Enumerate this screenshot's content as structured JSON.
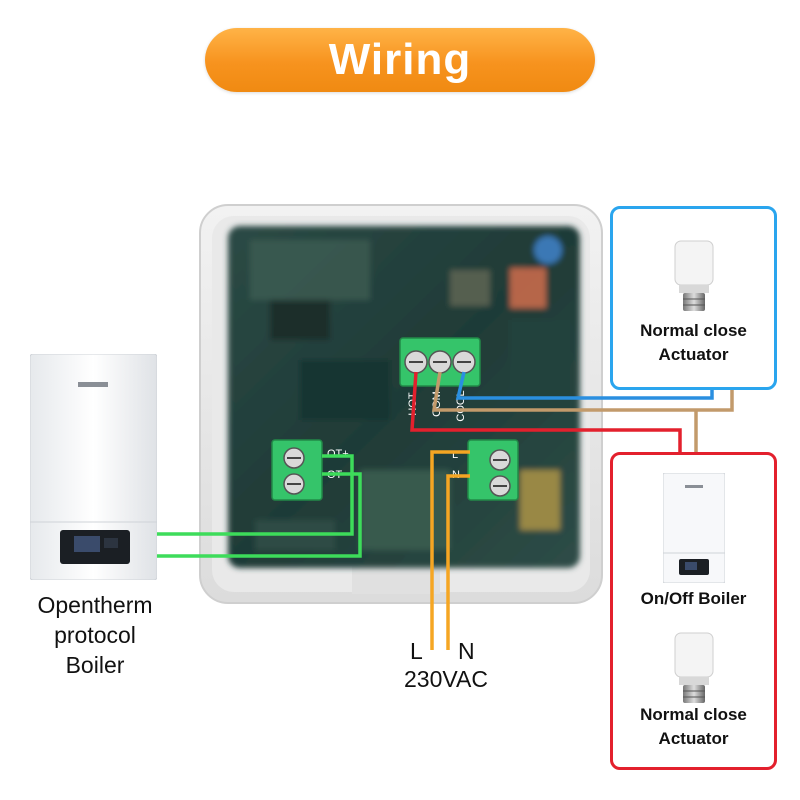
{
  "header": {
    "title": "Wiring"
  },
  "device": {
    "terminals_top": [
      "HOT",
      "COM",
      "COOL"
    ],
    "terminals_ot": [
      "OT+",
      "OT-"
    ],
    "terminals_power": [
      "L",
      "N"
    ]
  },
  "left_boiler": {
    "label_lines": [
      "Opentherm",
      "protocol",
      "Boiler"
    ]
  },
  "power": {
    "l_label": "L",
    "n_label": "N",
    "voltage": "230VAC"
  },
  "blue_box": {
    "label_lines": [
      "Normal close",
      "Actuator"
    ]
  },
  "red_box": {
    "boiler_label": "On/Off Boiler",
    "actuator_label_lines": [
      "Normal close",
      "Actuator"
    ]
  },
  "colors": {
    "title_pill": "#f7931e",
    "wire_blue": "#2a8fe0",
    "wire_brown": "#c29a6b",
    "wire_red": "#e3202d",
    "wire_orange": "#f5a623",
    "wire_green": "#3ddc5a",
    "terminal_green": "#35c46a"
  }
}
